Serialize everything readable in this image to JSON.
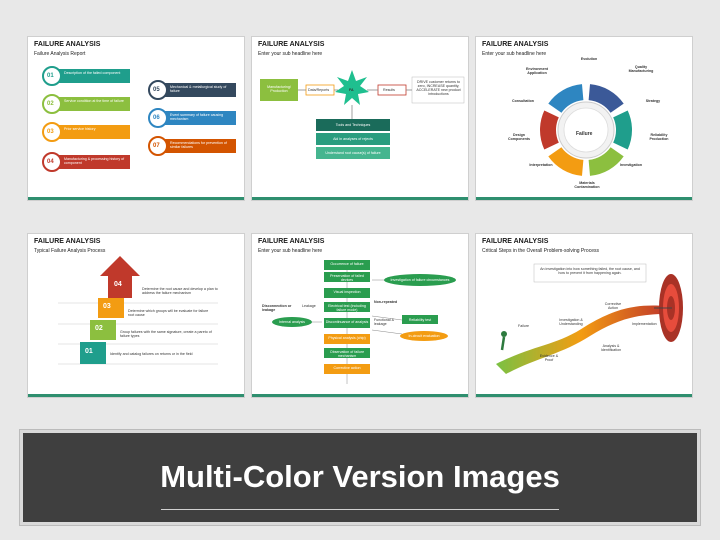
{
  "slides": [
    {
      "title": "FAILURE ANALYSIS",
      "subtitle": "Failure Analysis Report",
      "items": [
        {
          "num": "01",
          "text": "Description of the failed component",
          "color": "#1f9e8c"
        },
        {
          "num": "02",
          "text": "Service condition at the time of failure",
          "color": "#8cbf3f"
        },
        {
          "num": "03",
          "text": "Prior service history",
          "color": "#f39c12"
        },
        {
          "num": "04",
          "text": "Manufacturing & processing history of component",
          "color": "#c0392b"
        },
        {
          "num": "05",
          "text": "Mechanical & metallurgical study of failure",
          "color": "#34495e"
        },
        {
          "num": "06",
          "text": "Event summary of failure causing mechanism",
          "color": "#2e86c1"
        },
        {
          "num": "07",
          "text": "Recommendations for prevention of similar failures",
          "color": "#d35400"
        }
      ]
    },
    {
      "title": "FAILURE ANALYSIS",
      "subtitle": "Enter your sub headline here",
      "flow": [
        "Manufacturing/ Production",
        "Data/Reports",
        "FA",
        "Results"
      ],
      "result_text": "DRIVE customer returns to zero, INCREASE quantity, ACCELERATE new product introductions",
      "tools": [
        "Tools and Techniques",
        "Aid in analyses of rejects",
        "Understand root cause(s) of failure"
      ]
    },
    {
      "title": "FAILURE ANALYSIS",
      "subtitle": "Enter your sub headline here",
      "center": "Failure",
      "labels": [
        "Evolution",
        "Quality Manufacturing",
        "Strategy",
        "Reliability Production",
        "Investigation",
        "Materials Contamination",
        "Interpretation",
        "Design Components",
        "Consultation",
        "Environment Application"
      ]
    },
    {
      "title": "FAILURE ANALYSIS",
      "subtitle": "Typical Failure Analysis Process",
      "steps": [
        {
          "num": "04",
          "text": "Determine the root cause and develop a plan to address the failure mechanism"
        },
        {
          "num": "03",
          "text": "Determine which groups will be evaluate for failure root cause"
        },
        {
          "num": "02",
          "text": "Group failures with the same signature, create a pareto of failure types"
        },
        {
          "num": "01",
          "text": "Identify and catalog failures on returns or in the field"
        }
      ]
    },
    {
      "title": "FAILURE ANALYSIS",
      "subtitle": "Enter your sub headline here",
      "nodes": [
        "Occurrence of failure",
        "Preservation of failed devices",
        "Visual inspection",
        "Electrical test (including failure mode)",
        "Discontinuance of analysis",
        "Physical analysis (chip)",
        "Observation of failure mechanism",
        "Corrective action",
        "Investigation of failure circumstances",
        "Reliability test",
        "In-circuit evaluation",
        "Internal analysis"
      ],
      "side_labels": [
        "Disconnection or leakage",
        "Leakage",
        "Non-repeated",
        "Functional & leakage"
      ]
    },
    {
      "title": "FAILURE ANALYSIS",
      "subtitle": "Critical Steps in the Overall Problem-solving Process",
      "callout": "An investigation into how something failed, the root cause, and how to prevent it from happening again.",
      "steps": [
        "Failure",
        "Evidence & Proof",
        "Investigation & Understanding",
        "Analysis & Identification",
        "Corrective Action",
        "Implementation"
      ]
    }
  ],
  "banner": {
    "title": "Multi-Color Version Images"
  }
}
